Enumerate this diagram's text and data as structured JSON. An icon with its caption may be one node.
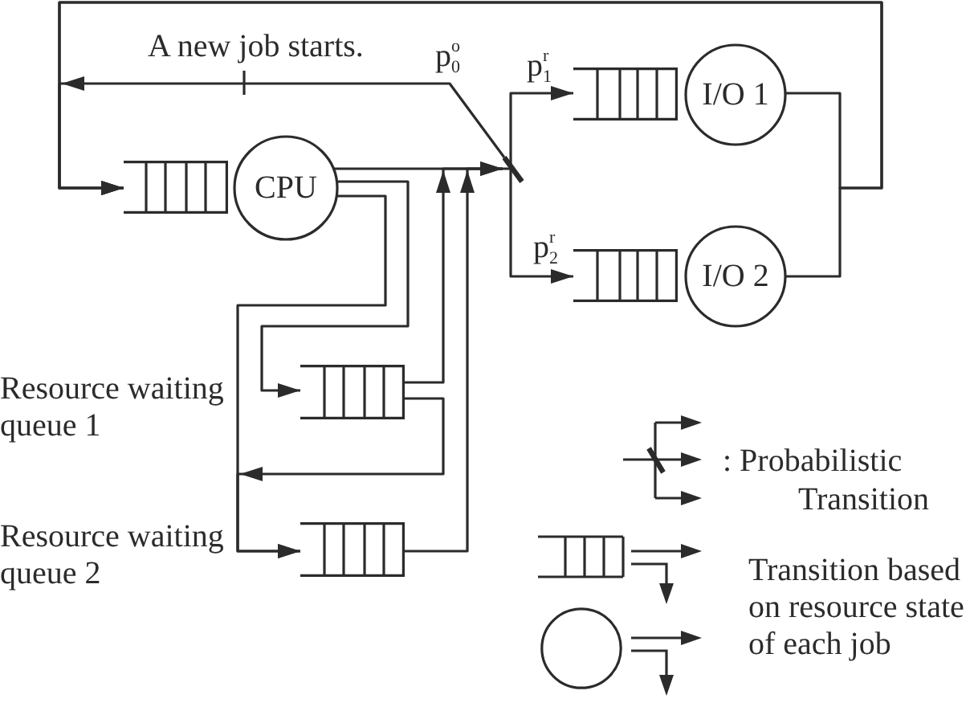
{
  "diagram": {
    "nodes": [
      {
        "text": [],
        "shape": "queue"
      },
      {
        "text": [
          "CPU"
        ]
      },
      {
        "text": [],
        "shape": "bar"
      },
      {
        "text": [],
        "shape": "queue"
      },
      {
        "text": [
          "I/O 1"
        ]
      },
      {
        "text": [],
        "shape": "queue"
      },
      {
        "text": [
          "I/O 2"
        ]
      },
      {
        "text": [],
        "shape": "queue",
        "beside": [
          "Resource waiting queue 1"
        ]
      },
      {
        "text": [],
        "shape": "queue",
        "beside": [
          "Resource waiting queue 2"
        ]
      }
    ],
    "edges": [
      {
        "from": 1,
        "to": 2,
        "arrow": "none"
      },
      {
        "from": 2,
        "to": 3,
        "arrow": "to",
        "label": "p$_{1}$$^{r}$"
      },
      {
        "from": 2,
        "to": 5,
        "arrow": "to",
        "label": "p$_{2}$$^{r}$"
      },
      {
        "from": 2,
        "to": 0,
        "arrow": "to",
        "label": "p$_{0}$$^{o}$"
      },
      {
        "from": 4,
        "to": 0,
        "arrow": "to"
      },
      {
        "from": 6,
        "to": 0,
        "arrow": "to"
      },
      {
        "from": 1,
        "to": 7,
        "arrow": "to"
      },
      {
        "from": 1,
        "to": 8,
        "arrow": "to"
      },
      {
        "from": 7,
        "to": 2,
        "arrow": "to"
      },
      {
        "from": 8,
        "to": 2,
        "arrow": "to"
      },
      {
        "from": 7,
        "to": 8,
        "arrow": "to"
      }
    ],
    "labels": [
      "A new job starts."
    ],
    "legend": [
      {
        "text": ": Probabilistic Transition"
      },
      {
        "text": "Transition based on resource state of each job"
      }
    ]
  }
}
